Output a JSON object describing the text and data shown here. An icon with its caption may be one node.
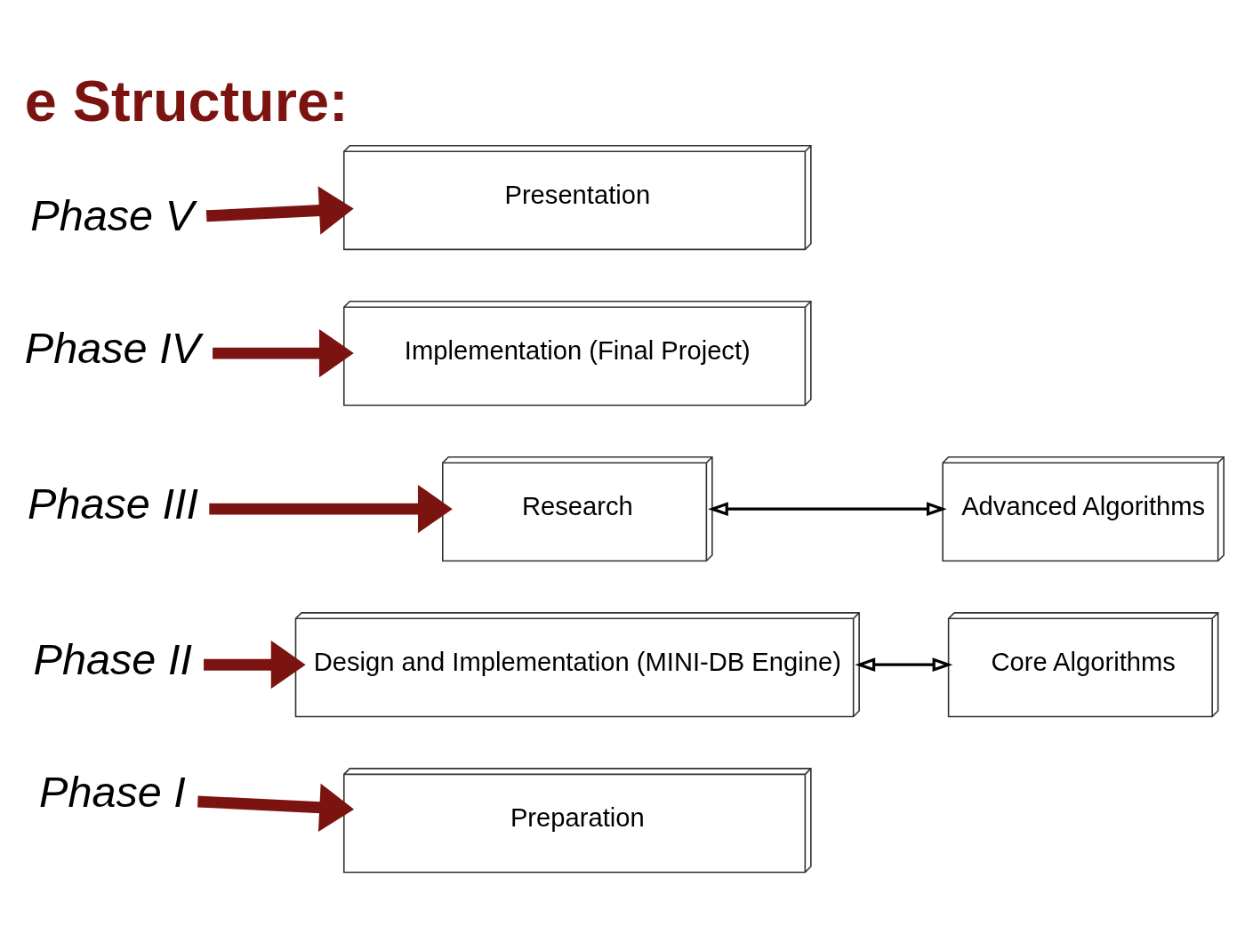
{
  "diagram": {
    "title": "e Structure:",
    "nodes": [
      {
        "text": [
          "Phase V"
        ]
      },
      {
        "text": [
          "Presentation"
        ]
      },
      {
        "text": [
          "Phase IV"
        ]
      },
      {
        "text": [
          "Implementation (Final Project)"
        ]
      },
      {
        "text": [
          "Phase III"
        ]
      },
      {
        "text": [
          "Research"
        ]
      },
      {
        "text": [
          "Advanced Algorithms"
        ]
      },
      {
        "text": [
          "Phase II"
        ]
      },
      {
        "text": [
          "Design and Implementation (MINI-DB Engine)"
        ]
      },
      {
        "text": [
          "Core Algorithms"
        ]
      },
      {
        "text": [
          "Phase I"
        ]
      },
      {
        "text": [
          "Preparation"
        ]
      }
    ],
    "edges": [
      {
        "from": 0,
        "to": 1,
        "arrow": "to"
      },
      {
        "from": 2,
        "to": 3,
        "arrow": "to"
      },
      {
        "from": 4,
        "to": 5,
        "arrow": "to"
      },
      {
        "from": 5,
        "to": 6,
        "arrow": "both",
        "color": "#000000"
      },
      {
        "from": 7,
        "to": 8,
        "arrow": "to"
      },
      {
        "from": 8,
        "to": 9,
        "arrow": "both",
        "color": "#000000"
      },
      {
        "from": 10,
        "to": 11,
        "arrow": "to"
      }
    ]
  }
}
